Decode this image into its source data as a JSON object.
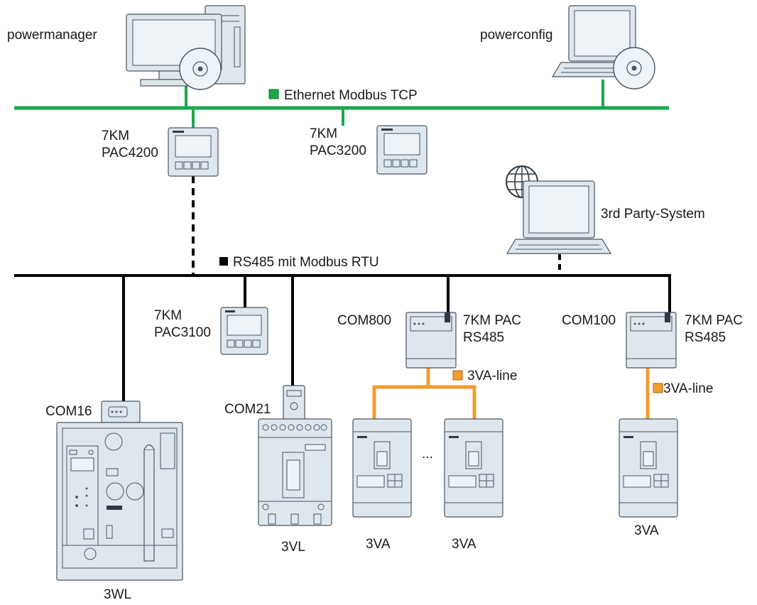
{
  "colors": {
    "ethernet": "#1aa84b",
    "rs485": "#000000",
    "line3va": "#f39c2f",
    "device_fill": "#dfe7ee",
    "device_stroke": "#4a5560"
  },
  "networks": {
    "ethernet_label": "Ethernet Modbus TCP",
    "rs485_label": "RS485 mit Modbus RTU"
  },
  "top": {
    "powermanager": "powermanager",
    "powerconfig": "powerconfig",
    "third_party": "3rd Party-System"
  },
  "pac": {
    "pac4200_line1": "7KM",
    "pac4200_line2": "PAC4200",
    "pac3200_line1": "7KM",
    "pac3200_line2": "PAC3200",
    "pac3100_line1": "7KM",
    "pac3100_line2": "PAC3100"
  },
  "breakers": {
    "com16": "COM16",
    "com21": "COM21",
    "com800": "COM800",
    "com100": "COM100",
    "rs485_a_line1": "7KM PAC",
    "rs485_a_line2": "RS485",
    "rs485_b_line1": "7KM PAC",
    "rs485_b_line2": "RS485",
    "line3va_a": "3VA-line",
    "line3va_b": "3VA-line",
    "b3wl": "3WL",
    "b3vl": "3VL",
    "b3va_1": "3VA",
    "b3va_2": "3VA",
    "b3va_3": "3VA",
    "ellipsis": "..."
  },
  "icons": [
    "desktop-computer-icon",
    "cd-disc-icon",
    "laptop-icon",
    "globe-icon",
    "pac-meter-icon",
    "com-module-icon",
    "circuit-breaker-icon"
  ]
}
